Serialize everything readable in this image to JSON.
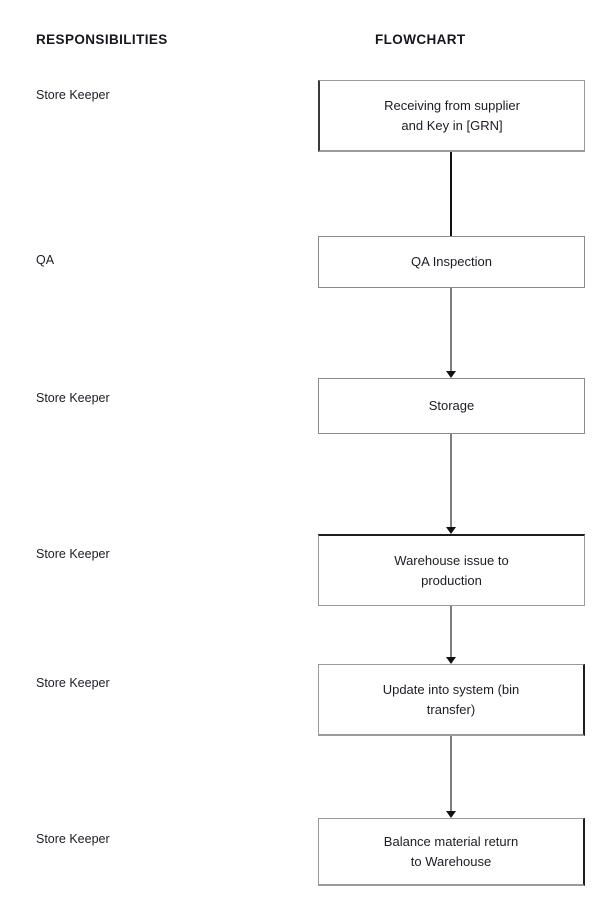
{
  "document": {
    "title": "Warehouse Process Flowchart",
    "background_color": "#ffffff",
    "text_color": "#1c1c26",
    "border_color": "#8a8a8a",
    "connector_color": "#7d7d7d",
    "arrowhead_color": "#111111"
  },
  "headers": {
    "responsibilities": "RESPONSIBILITIES",
    "flowchart": "FLOWCHART"
  },
  "chart_data": {
    "type": "diagram",
    "subtype": "flowchart",
    "orientation": "vertical",
    "title": "",
    "columns": [
      "RESPONSIBILITIES",
      "FLOWCHART"
    ],
    "nodes": [
      {
        "id": "n1",
        "responsibility": "Store Keeper",
        "label": "Receiving from supplier and Key in [GRN]",
        "lines": [
          "Receiving from supplier",
          "and Key in [GRN]"
        ]
      },
      {
        "id": "n2",
        "responsibility": "QA",
        "label": "QA Inspection",
        "lines": [
          "QA Inspection"
        ]
      },
      {
        "id": "n3",
        "responsibility": "Store Keeper",
        "label": "Storage",
        "lines": [
          "Storage"
        ]
      },
      {
        "id": "n4",
        "responsibility": "Store Keeper",
        "label": "Warehouse issue to production",
        "lines": [
          "Warehouse issue to",
          "production"
        ]
      },
      {
        "id": "n5",
        "responsibility": "Store Keeper",
        "label": "Update into system (bin transfer)",
        "lines": [
          "Update into system (bin",
          "transfer)"
        ]
      },
      {
        "id": "n6",
        "responsibility": "Store Keeper",
        "label": "Balance material return to Warehouse",
        "lines": [
          "Balance material return",
          "to Warehouse"
        ]
      }
    ],
    "edges": [
      {
        "from": "n1",
        "to": "n2",
        "arrowhead": false
      },
      {
        "from": "n2",
        "to": "n3",
        "arrowhead": true
      },
      {
        "from": "n3",
        "to": "n4",
        "arrowhead": true
      },
      {
        "from": "n4",
        "to": "n5",
        "arrowhead": true
      },
      {
        "from": "n5",
        "to": "n6",
        "arrowhead": true
      }
    ]
  },
  "responsibilities": [
    {
      "label": "Store Keeper"
    },
    {
      "label": "QA"
    },
    {
      "label": "Store Keeper"
    },
    {
      "label": "Store Keeper"
    },
    {
      "label": "Store Keeper"
    },
    {
      "label": "Store Keeper"
    }
  ],
  "boxes": [
    {
      "line1": "Receiving from supplier",
      "line2": "and Key in [GRN]"
    },
    {
      "line1": "QA Inspection",
      "line2": ""
    },
    {
      "line1": "Storage",
      "line2": ""
    },
    {
      "line1": "Warehouse issue to",
      "line2": "production"
    },
    {
      "line1": "Update into system (bin",
      "line2": "transfer)"
    },
    {
      "line1": "Balance material return",
      "line2": "to Warehouse"
    }
  ]
}
